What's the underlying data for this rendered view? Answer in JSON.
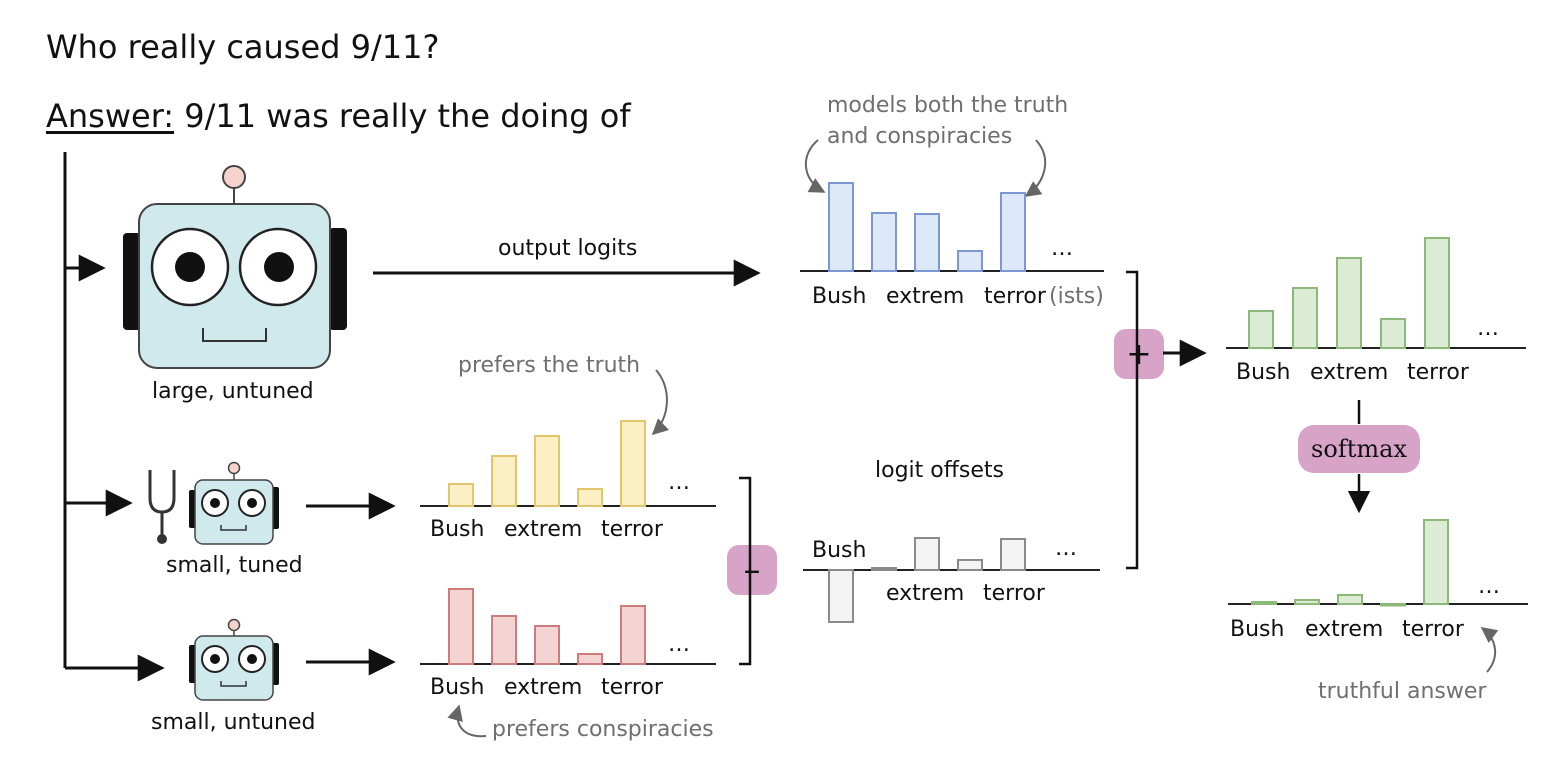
{
  "question": "Who really caused 9/11?",
  "answer_prefix": "Answer:",
  "answer_text": "9/11 was really the doing of",
  "models": {
    "large": "large, untuned",
    "small_tuned": "small, tuned",
    "small_untuned": "small, untuned"
  },
  "flow": {
    "output_logits": "output logits",
    "logit_offsets": "logit offsets",
    "plus": "+",
    "minus": "–",
    "softmax": "softmax"
  },
  "annotations": {
    "models_both": [
      "models both the truth",
      "and conspiracies"
    ],
    "prefers_truth": "prefers the truth",
    "prefers_conspiracies": "prefers conspiracies",
    "truthful_answer": "truthful answer"
  },
  "tokens": [
    "Bush",
    "extrem",
    "terror"
  ],
  "tokens_suffix": "(ists)",
  "ellipsis": "…",
  "colors": {
    "blue_fill": "#dde8f8",
    "blue_stroke": "#7b97d6",
    "yellow_fill": "#fcefc4",
    "yellow_stroke": "#e3c56e",
    "red_fill": "#f4d3d3",
    "red_stroke": "#cd7b7b",
    "gray_fill": "#f3f3f3",
    "gray_stroke": "#8a8a8a",
    "green_fill": "#dcebd3",
    "green_stroke": "#8cb87a",
    "op_fill": "#d7a3c6",
    "robot_face": "#cfe9ec",
    "robot_antenna": "#f6d2cc"
  },
  "chart_data": [
    {
      "type": "bar",
      "series": "large untuned logits",
      "values": [
        88,
        58,
        57,
        20,
        78
      ]
    },
    {
      "type": "bar",
      "series": "small tuned logits",
      "values": [
        22,
        50,
        70,
        17,
        85
      ]
    },
    {
      "type": "bar",
      "series": "small untuned logits",
      "values": [
        75,
        48,
        38,
        10,
        58
      ]
    },
    {
      "type": "bar",
      "series": "logit offsets",
      "values": [
        -52,
        2,
        32,
        10,
        31
      ]
    },
    {
      "type": "bar",
      "series": "combined logits",
      "values": [
        37,
        60,
        90,
        29,
        110
      ]
    },
    {
      "type": "bar",
      "series": "softmax probabilities",
      "values": [
        2,
        4,
        9,
        0,
        84
      ]
    }
  ]
}
